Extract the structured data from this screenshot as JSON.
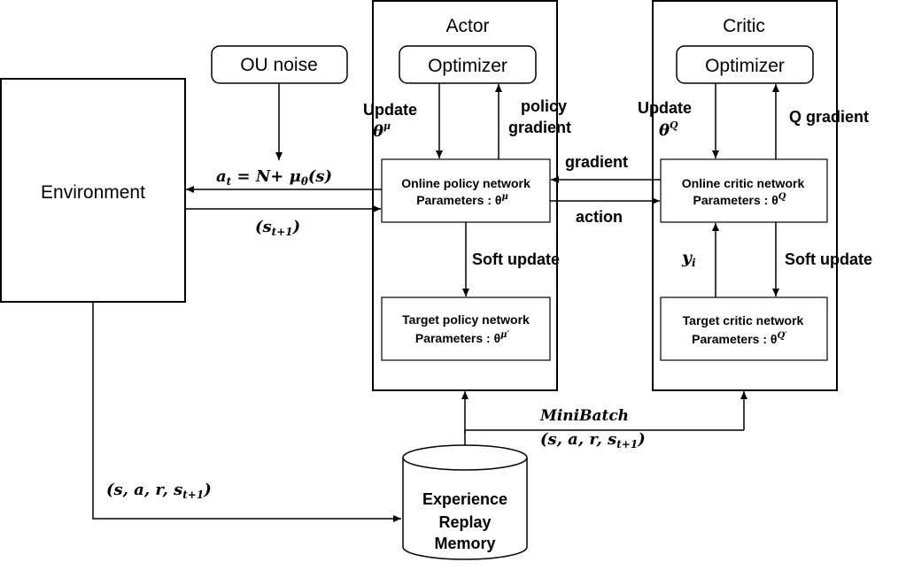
{
  "environment": {
    "label": "Environment"
  },
  "ou_noise": {
    "label": "OU noise"
  },
  "actor": {
    "title": "Actor",
    "optimizer": "Optimizer",
    "update_label": "Update",
    "update_param": "θ",
    "update_param_sup": "μ",
    "policy_gradient_line1": "policy",
    "policy_gradient_line2": "gradient",
    "online_line1": "Online policy network",
    "online_line2": "Parameters : θ",
    "online_sup": "μ",
    "soft_update": "Soft update",
    "target_line1": "Target policy network",
    "target_line2": "Parameters : θ",
    "target_sup": "μ′"
  },
  "critic": {
    "title": "Critic",
    "optimizer": "Optimizer",
    "update_label": "Update",
    "update_param": "θ",
    "update_param_sup": "Q",
    "q_gradient": "Q gradient",
    "online_line1": "Online critic network",
    "online_line2": "Parameters : θ",
    "online_sup": "Q",
    "soft_update": "Soft update",
    "y_label": "y",
    "y_sub": "i",
    "target_line1": "Target critic network",
    "target_line2": "Parameters : θ",
    "target_sup": "Q′"
  },
  "links": {
    "action_eq": "a",
    "action_eq_sub": "t",
    "action_eq_rest": " = N+ μ",
    "action_eq_sub2": "θ",
    "action_eq_end": "(s)",
    "state_next": "(s",
    "state_next_sub": "t+1",
    "state_next_end": ")",
    "gradient": "gradient",
    "action": "action",
    "minibatch": "MiniBatch",
    "minibatch_tuple": "(s, a, r, s",
    "minibatch_tuple_sub": "t+1",
    "minibatch_tuple_end": ")",
    "env_tuple": "(s, a, r, s",
    "env_tuple_sub": "t+1",
    "env_tuple_end": ")"
  },
  "memory": {
    "line1": "Experience",
    "line2": "Replay",
    "line3": "Memory"
  }
}
